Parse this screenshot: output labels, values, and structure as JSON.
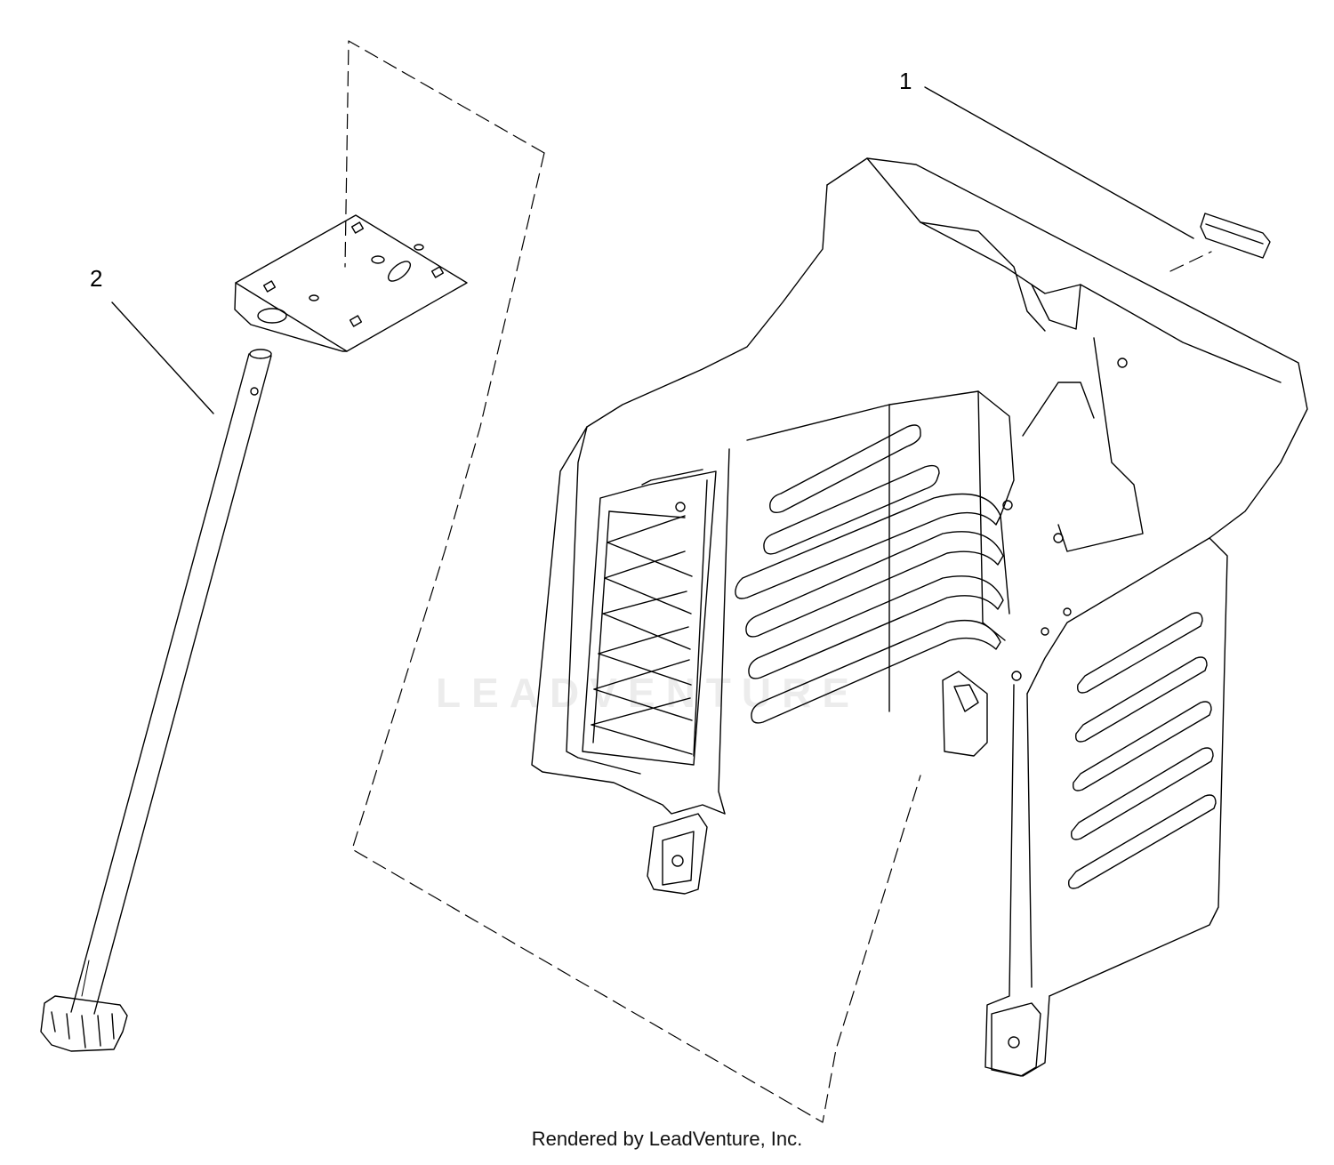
{
  "diagram": {
    "callouts": [
      {
        "label": "1"
      },
      {
        "label": "2"
      }
    ],
    "watermark": "LEADVENTURE",
    "footer": "Rendered by LeadVenture, Inc.",
    "colors": {
      "line": "#000000",
      "background": "#ffffff"
    }
  }
}
